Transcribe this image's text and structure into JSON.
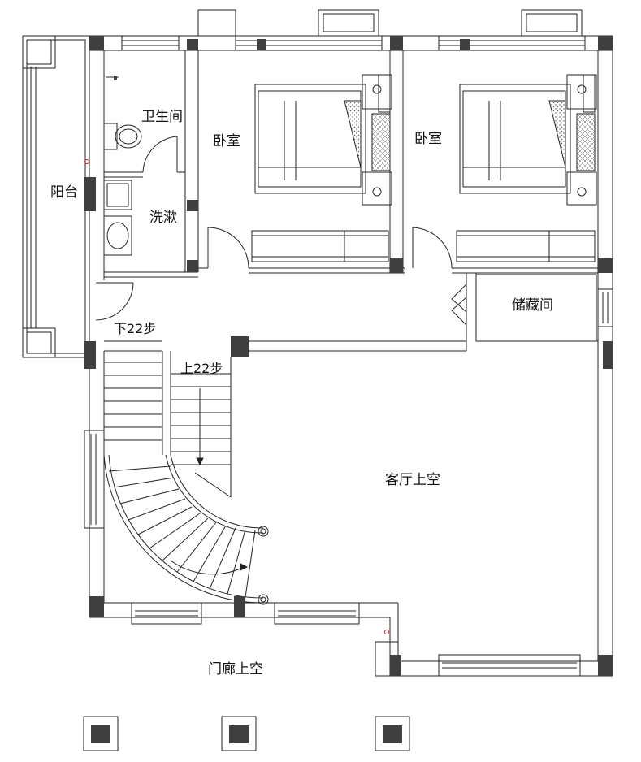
{
  "labels": {
    "bathroom": "卫生间",
    "bedroom_left": "卧室",
    "bedroom_right": "卧室",
    "balcony": "阳台",
    "washroom": "洗漱",
    "storage": "储藏间",
    "stairs_down": "下22步",
    "stairs_up": "上22步",
    "living_void": "客厅上空",
    "porch_void": "门廊上空"
  },
  "colors": {
    "line": "#222222",
    "column_fill": "#3f3f3f",
    "hatch": "#555555",
    "marker": "#cc2222"
  }
}
